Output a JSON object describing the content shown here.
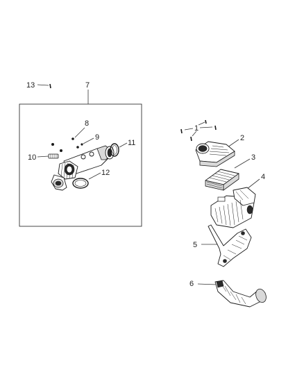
{
  "callouts": {
    "c1": "1",
    "c2": "2",
    "c3": "3",
    "c4": "4",
    "c5": "5",
    "c6": "6",
    "c7": "7",
    "c8": "8",
    "c9": "9",
    "c10": "10",
    "c11": "11",
    "c12": "12",
    "c13": "13"
  },
  "parts": [
    {
      "callout": "1",
      "icon": "screw-set-icon"
    },
    {
      "callout": "2",
      "icon": "air-cleaner-cover-icon"
    },
    {
      "callout": "3",
      "icon": "air-filter-element-icon"
    },
    {
      "callout": "4",
      "icon": "air-cleaner-housing-icon"
    },
    {
      "callout": "5",
      "icon": "mounting-bracket-icon"
    },
    {
      "callout": "6",
      "icon": "intake-duct-icon"
    },
    {
      "callout": "7",
      "icon": "resonator-assembly-icon"
    },
    {
      "callout": "8",
      "icon": "screw-icon"
    },
    {
      "callout": "9",
      "icon": "screw-icon"
    },
    {
      "callout": "10",
      "icon": "hose-clamp-icon"
    },
    {
      "callout": "11",
      "icon": "clamp-ring-icon"
    },
    {
      "callout": "12",
      "icon": "clamp-ring-icon"
    },
    {
      "callout": "13",
      "icon": "screw-icon"
    }
  ]
}
